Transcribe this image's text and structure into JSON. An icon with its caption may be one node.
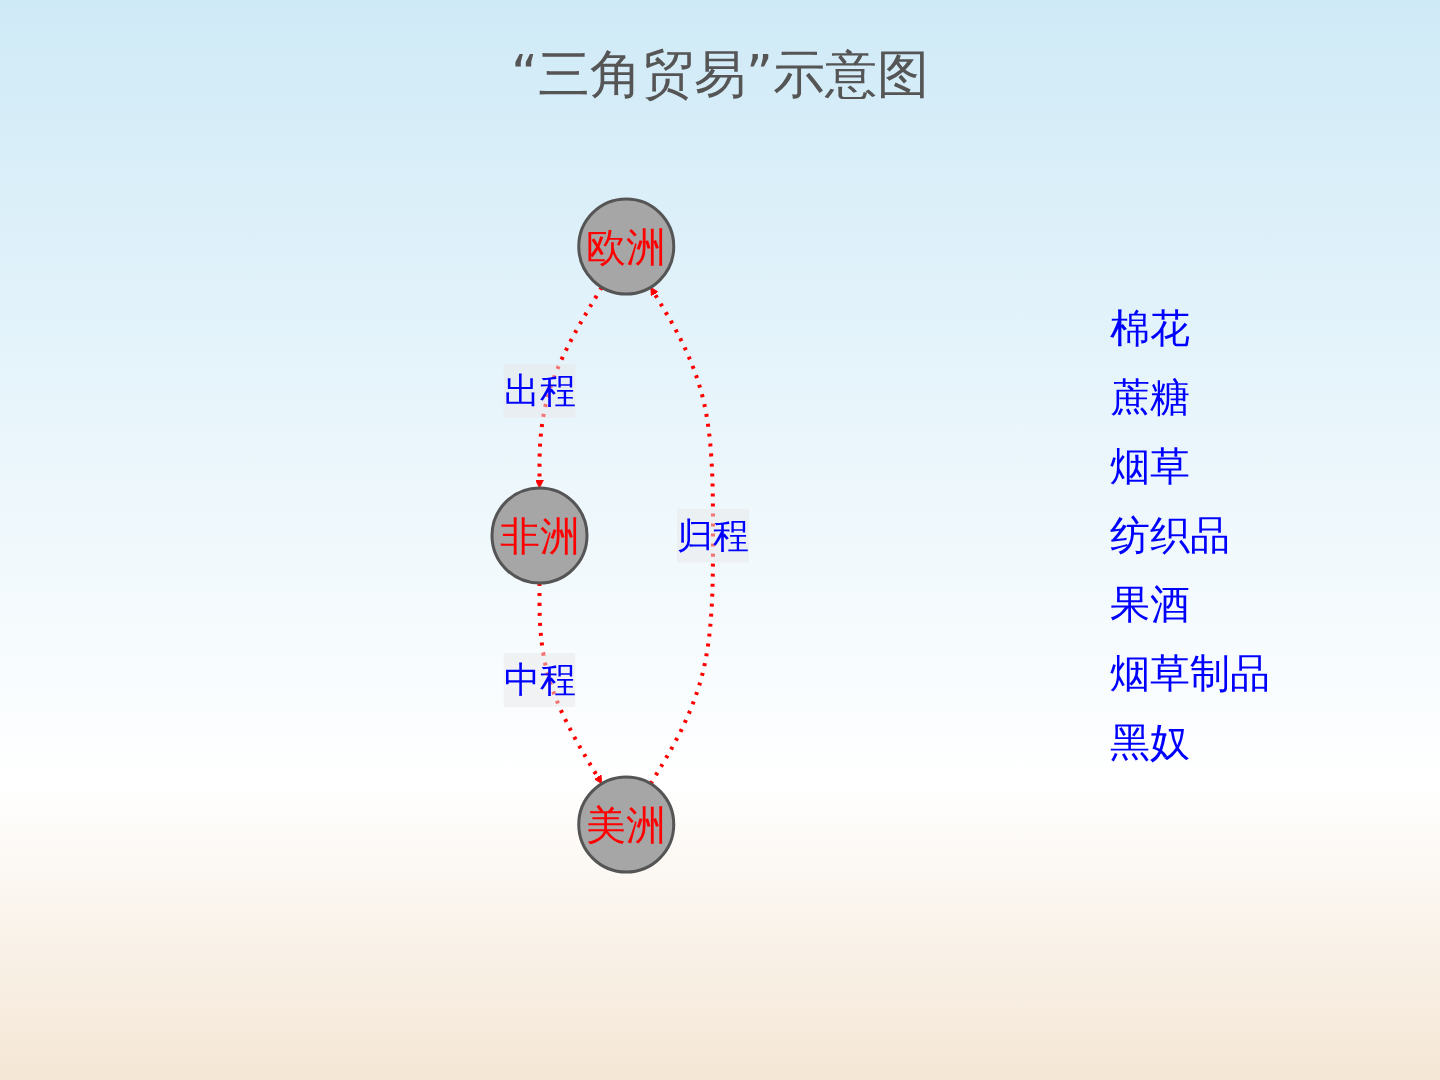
{
  "diagram": {
    "title": "“三角贸易”示意图",
    "nodes": [
      {
        "text": [
          "欧洲"
        ]
      },
      {
        "text": [
          "美洲"
        ]
      },
      {
        "text": [
          "非洲"
        ]
      }
    ],
    "edges": [
      {
        "from": 1,
        "to": 0,
        "arrow": "to",
        "label": "归程",
        "style": "dashed"
      },
      {
        "from": 0,
        "to": 2,
        "arrow": "to",
        "label": "出程",
        "style": "dashed"
      },
      {
        "from": 2,
        "to": 1,
        "arrow": "to",
        "label": "中程",
        "style": "dashed"
      }
    ],
    "labels": [
      "棉花",
      "蔗糖",
      "烟草",
      "纺织品",
      "果酒",
      "烟草制品",
      "黑奴"
    ]
  }
}
